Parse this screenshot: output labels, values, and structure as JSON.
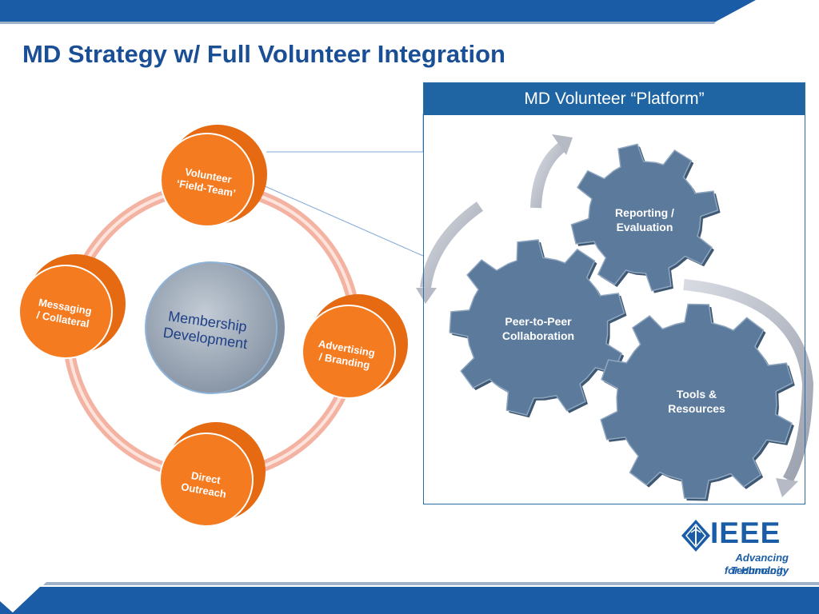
{
  "title": "MD Strategy w/ Full Volunteer Integration",
  "colors": {
    "brand_blue": "#1a4f96",
    "header_blue": "#1f65a3",
    "node_orange": "#f47b20",
    "ring_pink": "#f5b7a6",
    "gear_slate": "#5c7a9c",
    "arrow_gray": "#b8bcc6"
  },
  "cycle": {
    "center": [
      "Membership",
      "Development"
    ],
    "nodes": [
      {
        "id": "volunteer",
        "lines": [
          "Volunteer",
          "‘Field-Team’"
        ]
      },
      {
        "id": "advertising",
        "lines": [
          "Advertising",
          "/ Branding"
        ]
      },
      {
        "id": "direct",
        "lines": [
          "Direct",
          "Outreach"
        ]
      },
      {
        "id": "messaging",
        "lines": [
          "Messaging",
          "/ Collateral"
        ]
      }
    ]
  },
  "platform": {
    "title": "MD Volunteer “Platform”",
    "gears": [
      {
        "id": "reporting",
        "lines": [
          "Reporting /",
          "Evaluation"
        ]
      },
      {
        "id": "peer",
        "lines": [
          "Peer-to-Peer",
          "Collaboration"
        ]
      },
      {
        "id": "tools",
        "lines": [
          "Tools &",
          "Resources"
        ]
      }
    ]
  },
  "logo": {
    "wordmark": "IEEE",
    "tagline": [
      "Advancing Technology",
      "for Humanity"
    ],
    "icon": "ieee-diamond-icon"
  }
}
